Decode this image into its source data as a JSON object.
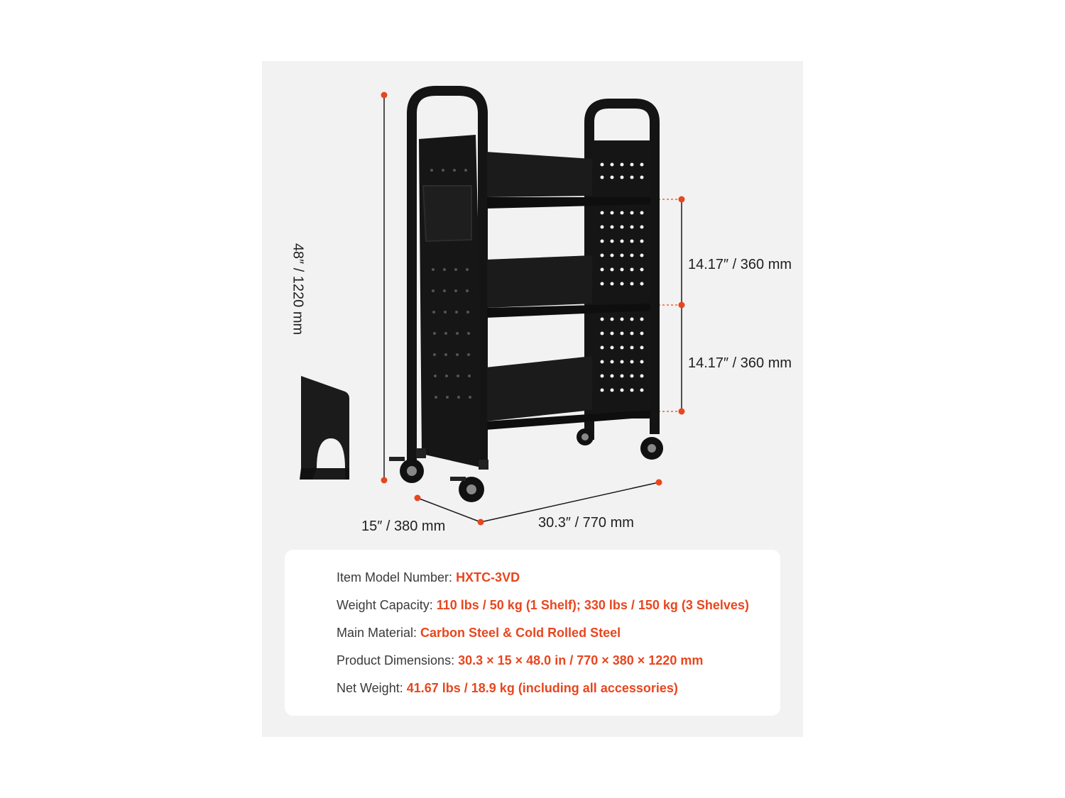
{
  "dimensions": {
    "height": "48″ / 1220 mm",
    "shelf_gap_upper": "14.17″ / 360 mm",
    "shelf_gap_lower": "14.17″ / 360 mm",
    "depth": "15″ / 380 mm",
    "width": "30.3″ / 770 mm"
  },
  "specs": [
    {
      "label": "Item Model Number: ",
      "value": "HXTC-3VD"
    },
    {
      "label": "Weight Capacity: ",
      "value": "110 lbs / 50 kg (1 Shelf); 330 lbs / 150 kg (3 Shelves)"
    },
    {
      "label": "Main Material: ",
      "value": "Carbon Steel & Cold Rolled Steel"
    },
    {
      "label": "Product Dimensions: ",
      "value": "30.3 × 15 × 48.0 in / 770 × 380 × 1220 mm"
    },
    {
      "label": "Net Weight: ",
      "value": "41.67 lbs / 18.9 kg (including all accessories)"
    }
  ],
  "colors": {
    "accent": "#e8461e",
    "cart": "#141414",
    "panel": "#f2f2f2"
  }
}
